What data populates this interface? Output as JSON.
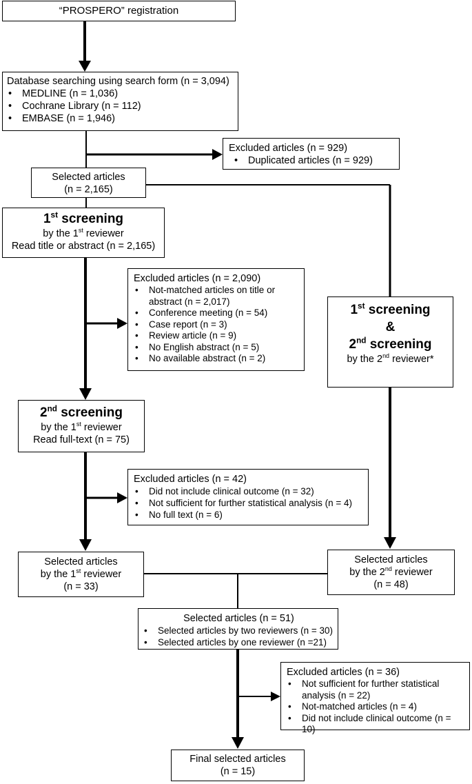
{
  "registration": "“PROSPERO” registration",
  "database": {
    "title": "Database searching using search form (n = 3,094)",
    "items": [
      "MEDLINE (n = 1,036)",
      "Cochrane Library (n = 112)",
      "EMBASE (n = 1,946)"
    ]
  },
  "excluded1": {
    "title": "Excluded articles (n = 929)",
    "items": [
      "Duplicated articles (n = 929)"
    ]
  },
  "selected1": {
    "line1": "Selected articles",
    "line2": "(n = 2,165)"
  },
  "screen1": {
    "num": "1",
    "sup": "st",
    "title": " screening",
    "by_pre": "by the 1",
    "by_sup": "st",
    "by_post": " reviewer",
    "detail": "Read title or abstract (n = 2,165)"
  },
  "excluded2": {
    "title": "Excluded articles (n = 2,090)",
    "items": [
      "Not-matched articles on title or abstract (n = 2,017)",
      "Conference meeting (n = 54)",
      "Case report (n = 3)",
      "Review article (n = 9)",
      "No English abstract (n = 5)",
      "No available abstract (n = 2)"
    ]
  },
  "screen_r2": {
    "num1": "1",
    "sup1": "st",
    "title1": " screening",
    "amp": "&",
    "num2": "2",
    "sup2": "nd",
    "title2": " screening",
    "by_pre": "by the 2",
    "by_sup": "nd",
    "by_post": " reviewer*"
  },
  "screen2": {
    "num": "2",
    "sup": "nd",
    "title": " screening",
    "by_pre": "by the 1",
    "by_sup": "st",
    "by_post": " reviewer",
    "detail": "Read full-text (n = 75)"
  },
  "excluded3": {
    "title": "Excluded articles (n = 42)",
    "items": [
      "Did not include clinical outcome (n = 32)",
      "Not sufficient for further statistical analysis (n = 4)",
      "No full text (n = 6)"
    ]
  },
  "sel_r1": {
    "line1": "Selected articles",
    "by_pre": "by the 1",
    "by_sup": "st",
    "by_post": " reviewer",
    "line3": "(n = 33)"
  },
  "sel_r2": {
    "line1": "Selected articles",
    "by_pre": "by the 2",
    "by_sup": "nd",
    "by_post": " reviewer",
    "line3": "(n = 48)"
  },
  "selected51": {
    "title": "Selected articles (n = 51)",
    "items": [
      "Selected articles by two reviewers (n = 30)",
      "Selected articles by one reviewer (n =21)"
    ]
  },
  "excluded4": {
    "title": "Excluded articles (n = 36)",
    "items": [
      "Not sufficient for further statistical analysis (n = 22)",
      "Not-matched articles (n = 4)",
      "Did not include clinical outcome (n = 10)"
    ]
  },
  "final": {
    "line1": "Final selected articles",
    "line2": "(n = 15)"
  }
}
